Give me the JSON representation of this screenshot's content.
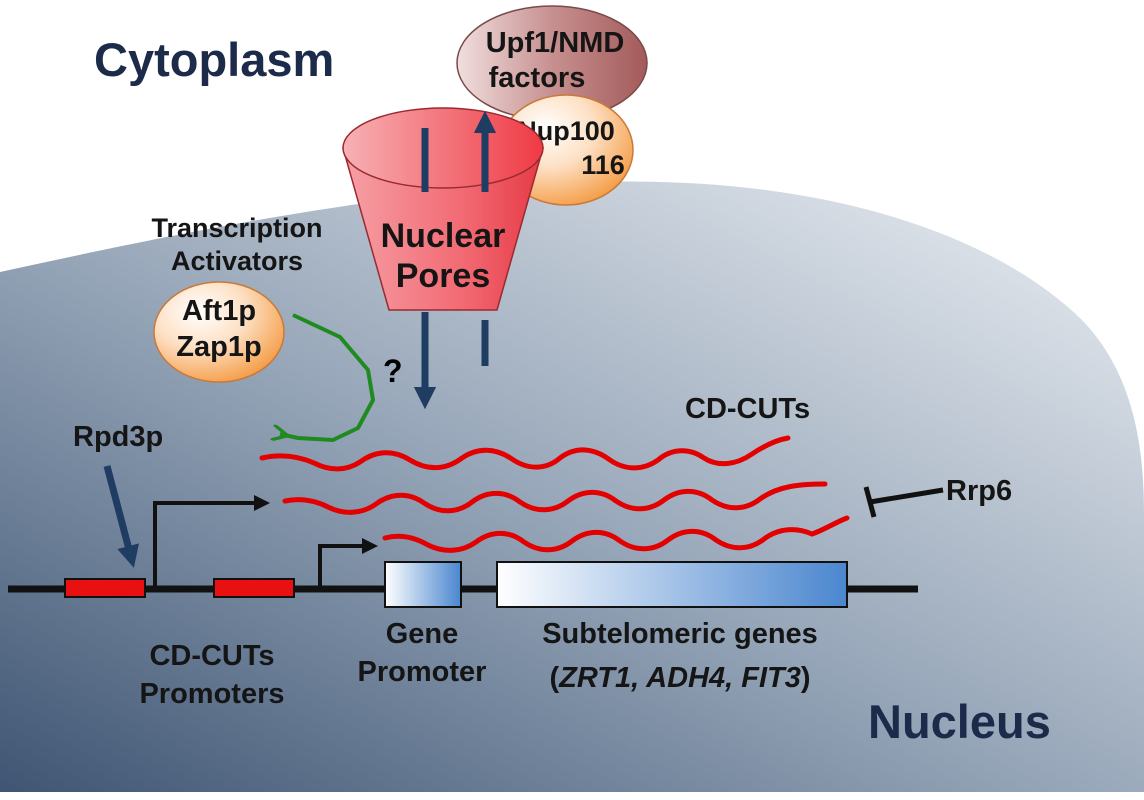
{
  "regions": {
    "cytoplasm": "Cytoplasm",
    "nucleus": "Nucleus"
  },
  "nuclear_pore": {
    "line1": "Nuclear",
    "line2": "Pores",
    "question": "?"
  },
  "nmd": {
    "line1": "Upf1/NMD",
    "line2": "factors"
  },
  "nup": {
    "line1": "Nup100",
    "line2": "116"
  },
  "activators": {
    "heading1": "Transcription",
    "heading2": "Activators",
    "line1": "Aft1p",
    "line2": "Zap1p"
  },
  "rpd3p": "Rpd3p",
  "rrp6": "Rrp6",
  "cd_cuts": "CD-CUTs",
  "labels": {
    "cd_cuts_promoters_1": "CD-CUTs",
    "cd_cuts_promoters_2": "Promoters",
    "gene_promoter_1": "Gene",
    "gene_promoter_2": "Promoter",
    "subtelomeric_1": "Subtelomeric genes",
    "subtelomeric_open": "(",
    "subtelomeric_genes": "ZRT1, ADH4, FIT3",
    "subtelomeric_close": ")"
  },
  "colors": {
    "region_label": "#1c2b4a",
    "arrow_blue": "#1f3c63",
    "rna_red": "#e30000",
    "activator_green": "#1f8a1f",
    "promoter_box_red": "#e81010"
  }
}
